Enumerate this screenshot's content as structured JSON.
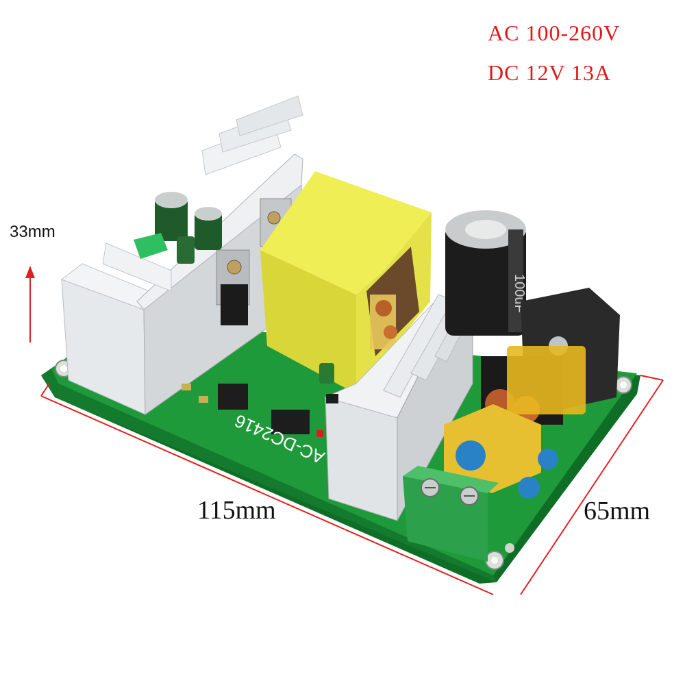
{
  "specs": {
    "input_line": "AC 100-260V",
    "output_line": "DC 12V 13A"
  },
  "dimensions": {
    "height": "33mm",
    "length": "115mm",
    "width": "65mm"
  },
  "board": {
    "silkscreen_model": "AC-DC2416",
    "capacitor_marking": "100uF"
  },
  "colors": {
    "spec_text": "#e01818",
    "dimension_lines": "#e02020",
    "pcb": "#1f9a3a",
    "transformer": "#e8e645",
    "heatsink": "#dfe2e4"
  }
}
